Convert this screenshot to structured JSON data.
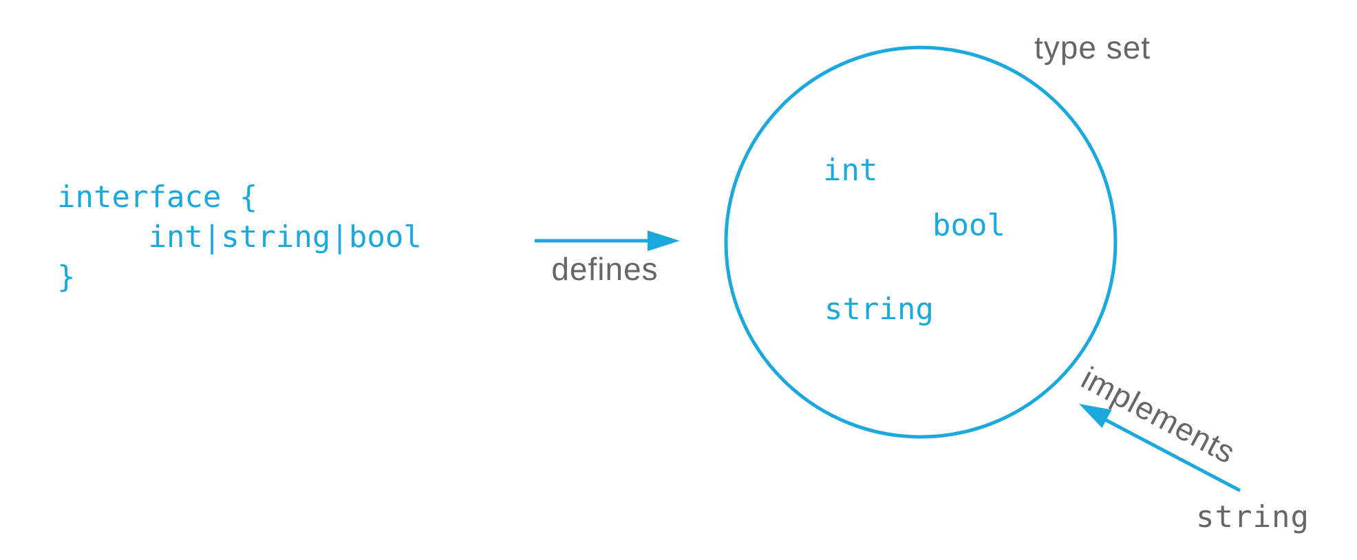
{
  "diagram": {
    "title_hint": "Go interface type set diagram",
    "colors": {
      "accent_cyan": "#1ba8dc",
      "label_gray": "#666666",
      "background": "#ffffff"
    },
    "code": {
      "lines": [
        "interface {",
        "     int|string|bool",
        "}"
      ]
    },
    "arrows": {
      "defines": {
        "label": "defines",
        "direction": "right"
      },
      "implements": {
        "label": "implements",
        "direction": "up-left"
      }
    },
    "type_set": {
      "title": "type set",
      "members": [
        "int",
        "bool",
        "string"
      ]
    },
    "implementer": {
      "label": "string"
    }
  }
}
